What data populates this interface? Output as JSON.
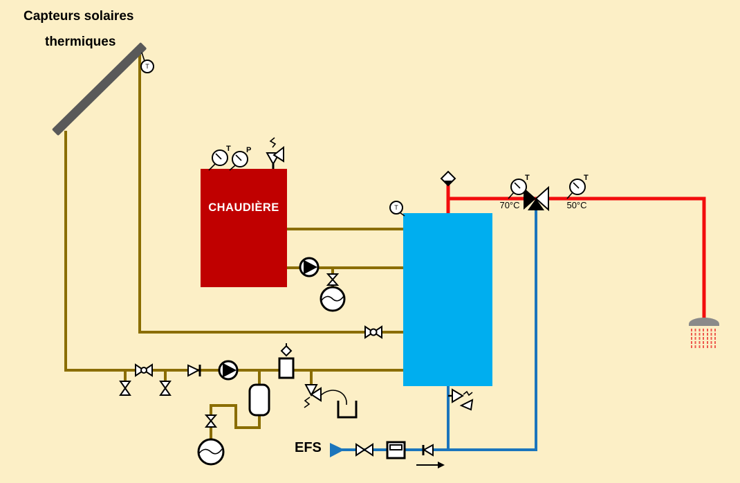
{
  "diagram": {
    "title_line1": "Capteurs solaires",
    "title_line2": "thermiques",
    "boiler_label": "CHAUDIÈRE",
    "cold_water_label": "EFS",
    "temp_before_mixing_valve": "70°C",
    "temp_after_mixing_valve": "50°C",
    "gauge_boiler_temp": "T",
    "gauge_boiler_pressure": "P",
    "gauge_dhw_hot": "T",
    "gauge_dhw_mixed": "T",
    "sensor_collector": "T",
    "sensor_tank": "T"
  },
  "colors": {
    "background": "#FCEFC6",
    "pipe_solar": "#8A6D00",
    "pipe_hot": "#F20D0D",
    "pipe_cold": "#1B75BC",
    "tank": "#00AEEF",
    "boiler": "#C00000",
    "panel": "#595959",
    "shower_head": "#8A8A8A",
    "spray": "#EE5A4E",
    "symbol": "#000000"
  }
}
